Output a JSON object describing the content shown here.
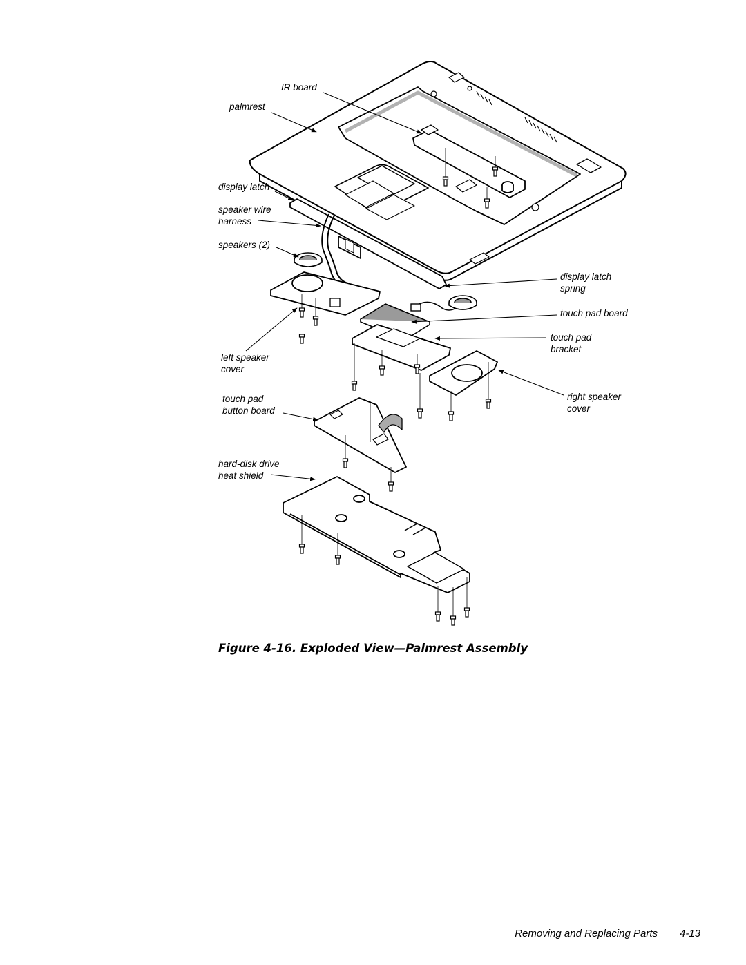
{
  "figure": {
    "labels": {
      "ir_board": "IR board",
      "palmrest": "palmrest",
      "display_latch": "display latch",
      "speaker_wire_harness": "speaker wire\nharness",
      "speakers": "speakers (2)",
      "display_latch_spring": "display latch\nspring",
      "touch_pad_board": "touch pad board",
      "touch_pad_bracket": "touch pad\nbracket",
      "left_speaker_cover": "left speaker\ncover",
      "right_speaker_cover": "right speaker\ncover",
      "touch_pad_button_board": "touch pad\nbutton board",
      "hard_disk_heat_shield": "hard-disk drive\nheat shield"
    },
    "caption": "Figure 4-16.  Exploded View—Palmrest Assembly"
  },
  "footer": {
    "section_title": "Removing and Replacing Parts",
    "page_number": "4-13"
  }
}
